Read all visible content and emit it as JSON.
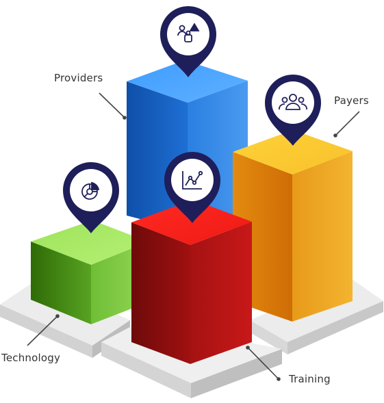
{
  "labels": {
    "providers": "Providers",
    "payers": "Payers",
    "technology": "Technology",
    "training": "Training"
  },
  "icons": {
    "providers": "people-triangle-icon",
    "payers": "users-group-icon",
    "technology": "pie-chart-icon",
    "training": "line-chart-icon"
  },
  "colors": {
    "providers": "#1f6fd6",
    "payers": "#f0a81c",
    "technology": "#6fc23d",
    "training": "#d5171a",
    "pin": "#1f1f5c",
    "platform": "#e2e2e2"
  }
}
